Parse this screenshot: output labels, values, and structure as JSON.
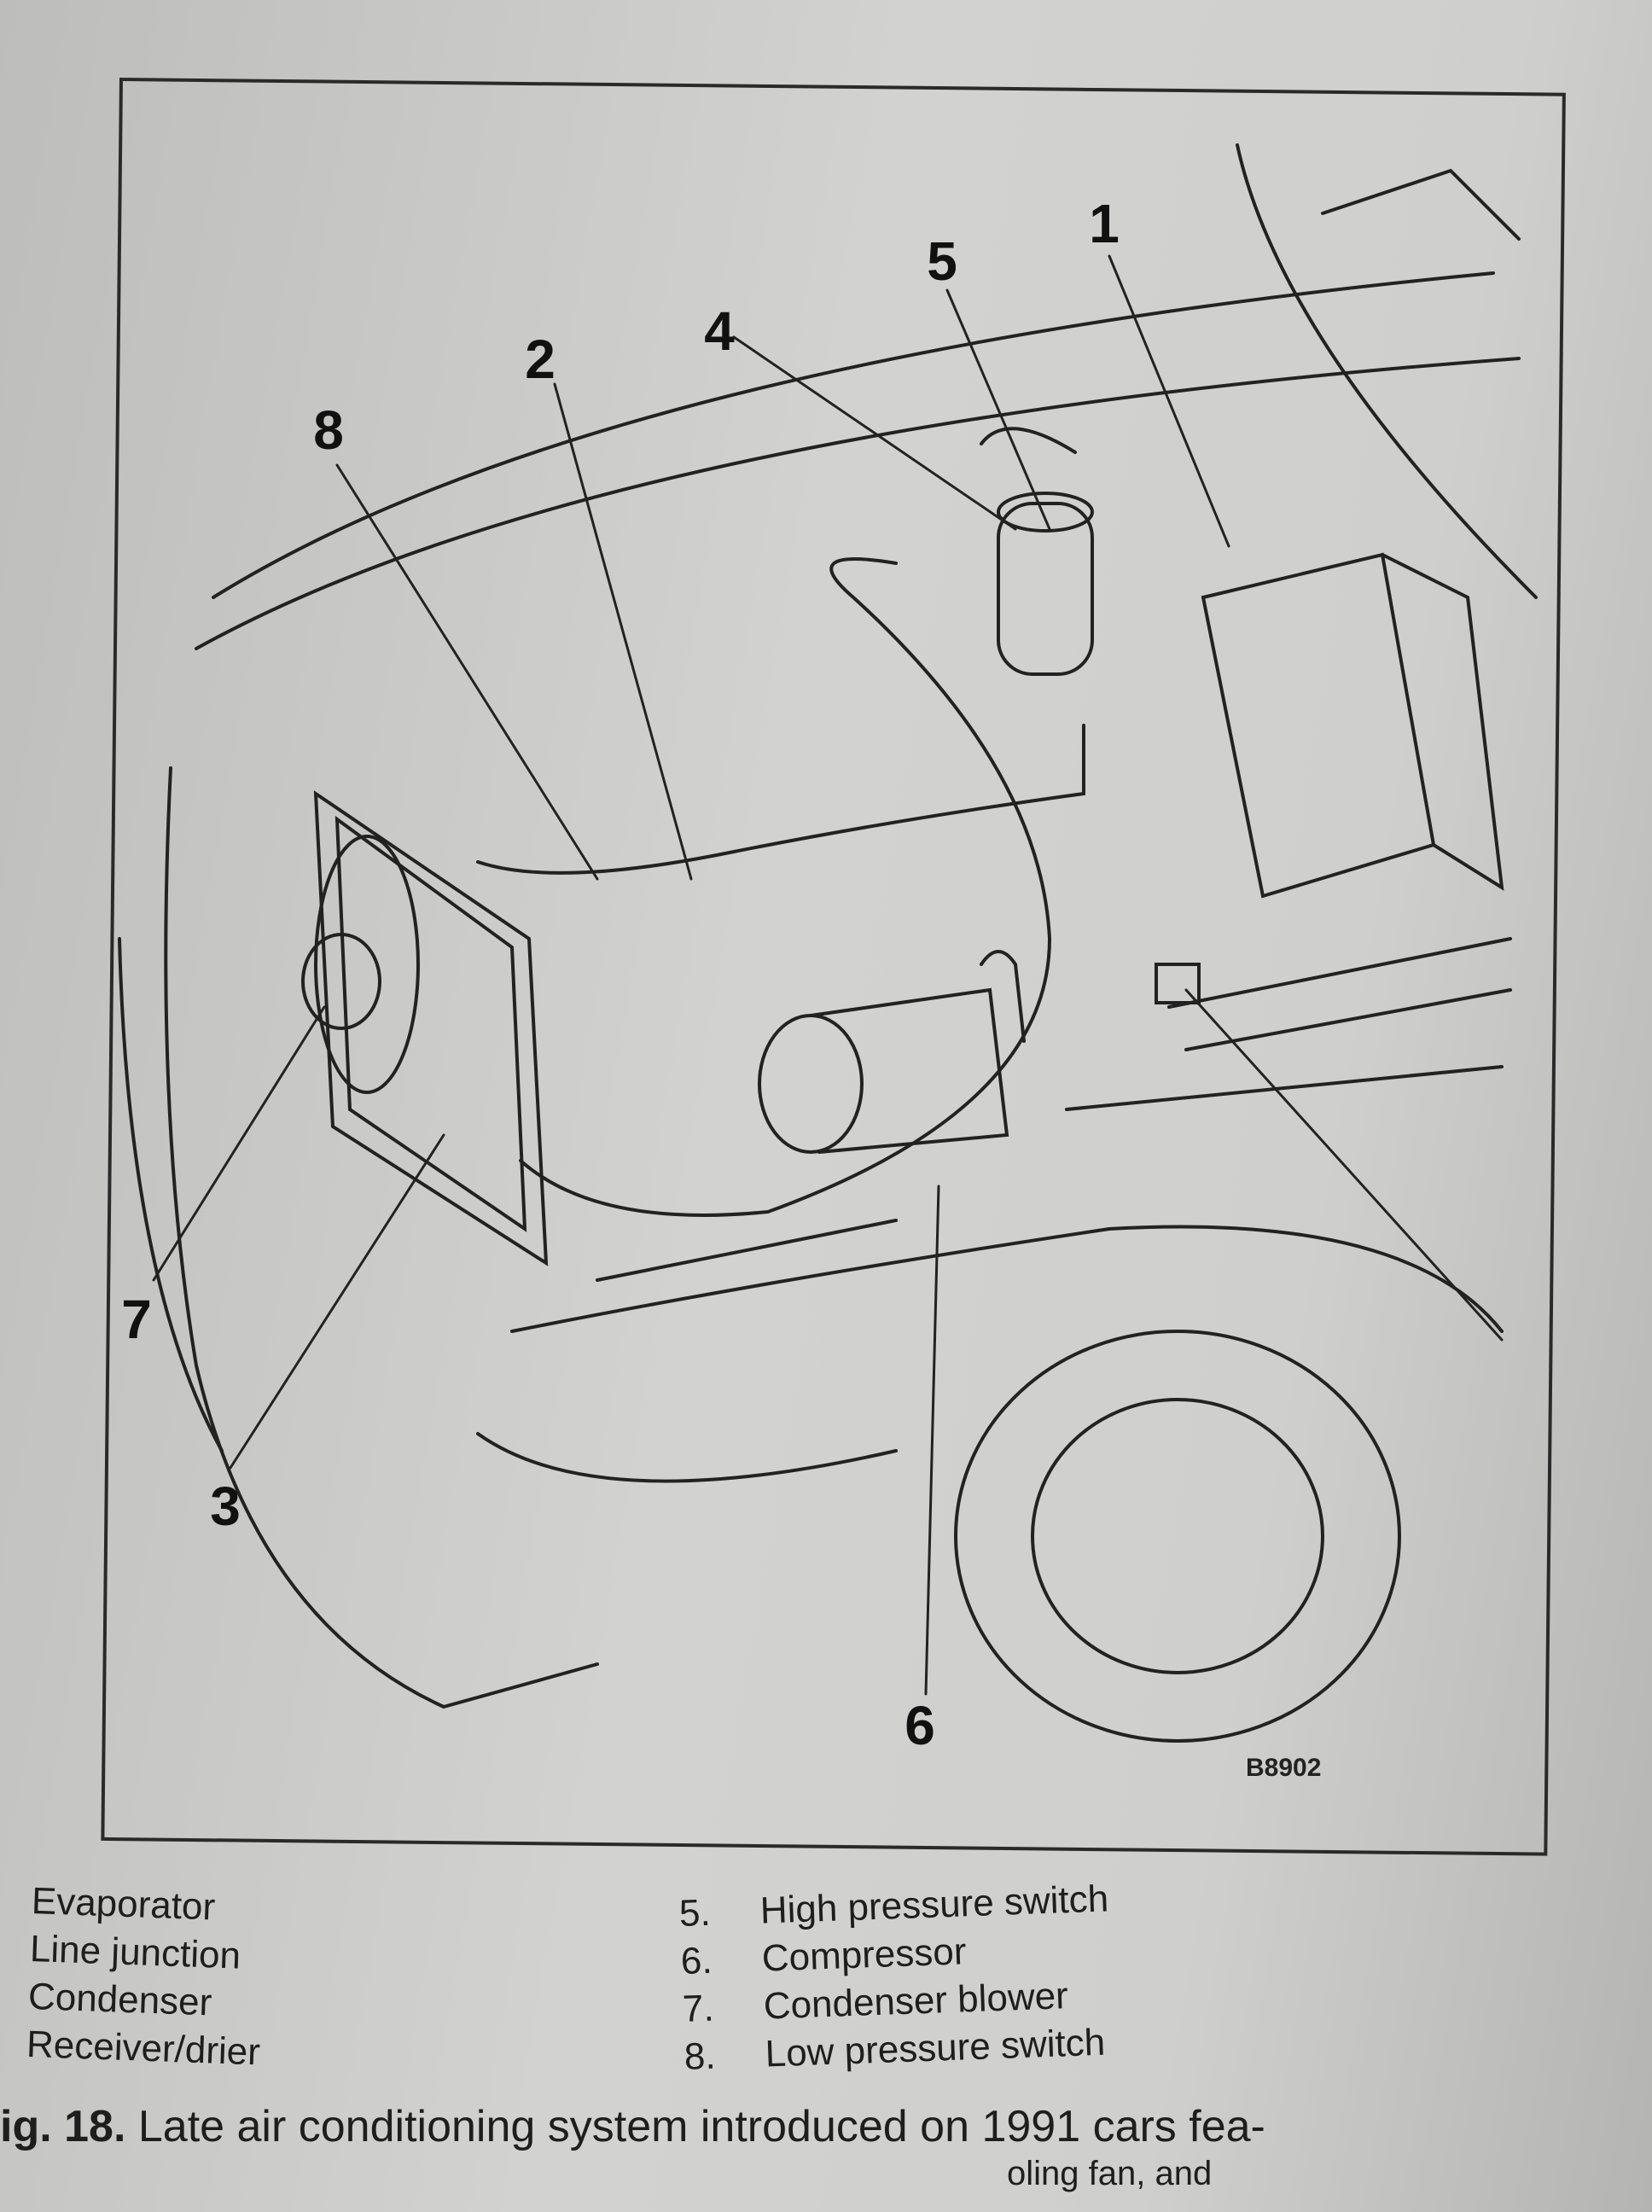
{
  "figure": {
    "reference_code": "B8902",
    "callouts": [
      "1",
      "2",
      "3",
      "4",
      "5",
      "6",
      "7",
      "8"
    ]
  },
  "legend": {
    "left": [
      "Evaporator",
      "Line junction",
      "Condenser",
      "Receiver/drier"
    ],
    "right": [
      {
        "num": "5.",
        "label": "High pressure switch"
      },
      {
        "num": "6.",
        "label": "Compressor"
      },
      {
        "num": "7.",
        "label": "Condenser blower"
      },
      {
        "num": "8.",
        "label": "Low pressure switch"
      }
    ]
  },
  "caption": {
    "figure_label": "ig. 18.",
    "text": "Late air conditioning system introduced on 1991 cars fea-",
    "text_line2": "oling fan, and"
  }
}
